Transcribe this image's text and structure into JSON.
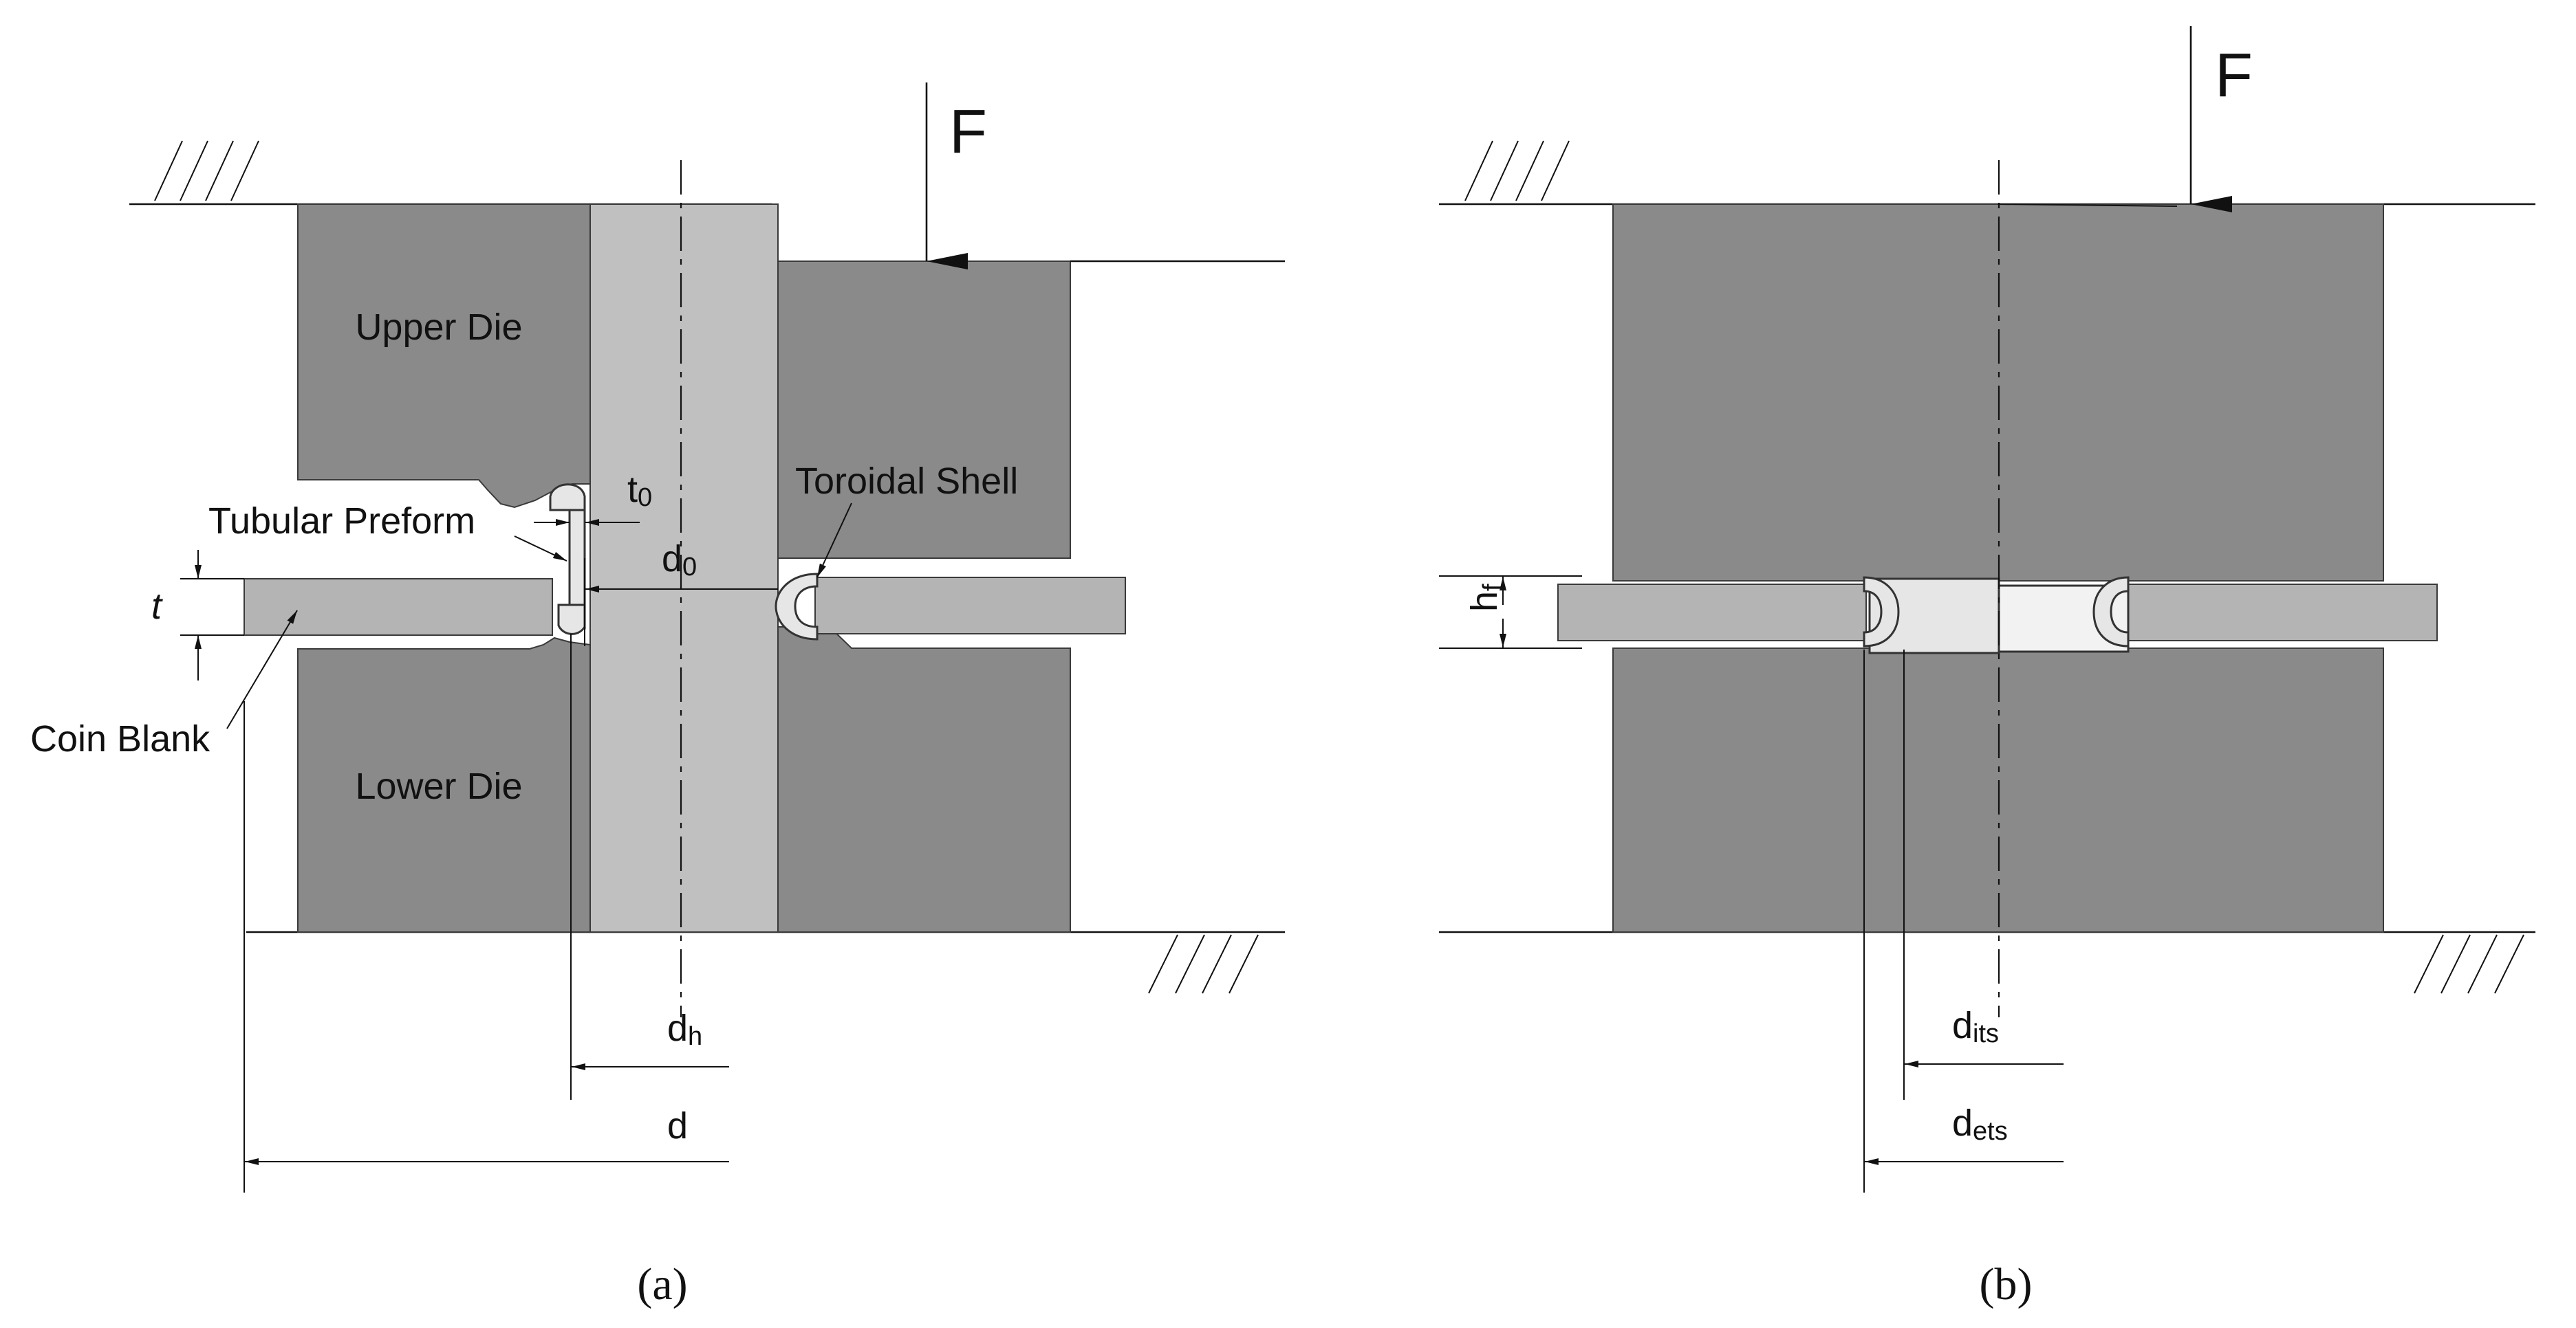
{
  "panel_a": {
    "caption": "(a)",
    "force": "F",
    "labels": {
      "upper_die": "Upper Die",
      "lower_die": "Lower Die",
      "tubular_preform": "Tubular Preform",
      "toroidal_shell": "Toroidal Shell",
      "coin_blank": "Coin Blank"
    },
    "dimensions": {
      "t0": {
        "base": "t",
        "sub": "0"
      },
      "d0": {
        "base": "d",
        "sub": "0"
      },
      "t": {
        "base": "t",
        "sub": ""
      },
      "dh": {
        "base": "d",
        "sub": "h"
      },
      "d": {
        "base": "d",
        "sub": ""
      }
    }
  },
  "panel_b": {
    "caption": "(b)",
    "force": "F",
    "dimensions": {
      "hf": {
        "base": "h",
        "sub": "f"
      },
      "dits": {
        "base": "d",
        "sub": "its"
      },
      "dets": {
        "base": "d",
        "sub": "ets"
      }
    }
  }
}
